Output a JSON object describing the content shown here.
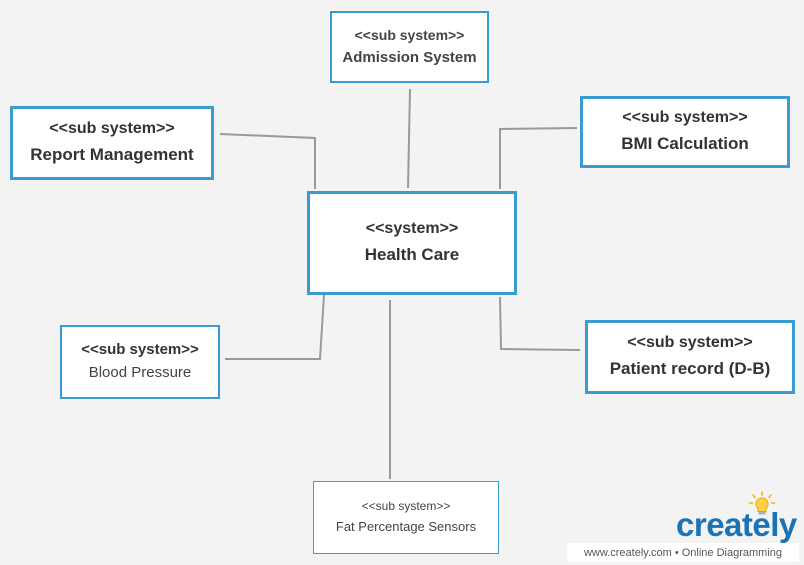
{
  "diagram": {
    "center": {
      "stereotype": "<<system>>",
      "name": "Health Care"
    },
    "subsystems": {
      "admission": {
        "stereotype": "<<sub system>>",
        "name": "Admission System"
      },
      "report": {
        "stereotype": "<<sub system>>",
        "name": "Report Management"
      },
      "bmi": {
        "stereotype": "<<sub system>>",
        "name": "BMI Calculation"
      },
      "blood": {
        "stereotype": "<<sub system>>",
        "name": "Blood Pressure"
      },
      "patient": {
        "stereotype": "<<sub system>>",
        "name": "Patient record (D-B)"
      },
      "fat": {
        "stereotype": "<<sub system>>",
        "name": "Fat Percentage Sensors"
      }
    },
    "connections": [
      {
        "from": "Admission System",
        "to": "Health Care"
      },
      {
        "from": "Report Management",
        "to": "Health Care"
      },
      {
        "from": "BMI Calculation",
        "to": "Health Care"
      },
      {
        "from": "Blood Pressure",
        "to": "Health Care"
      },
      {
        "from": "Patient record (D-B)",
        "to": "Health Care"
      },
      {
        "from": "Fat Percentage Sensors",
        "to": "Health Care"
      }
    ],
    "colors": {
      "box_border": "#3a9bd1",
      "connector": "#999999",
      "background": "#f3f3f3"
    }
  },
  "branding": {
    "logo": "creately",
    "logo_icon": "lightbulb-icon",
    "logo_color": "#1b73b6",
    "footer": "www.creately.com • Online Diagramming"
  }
}
